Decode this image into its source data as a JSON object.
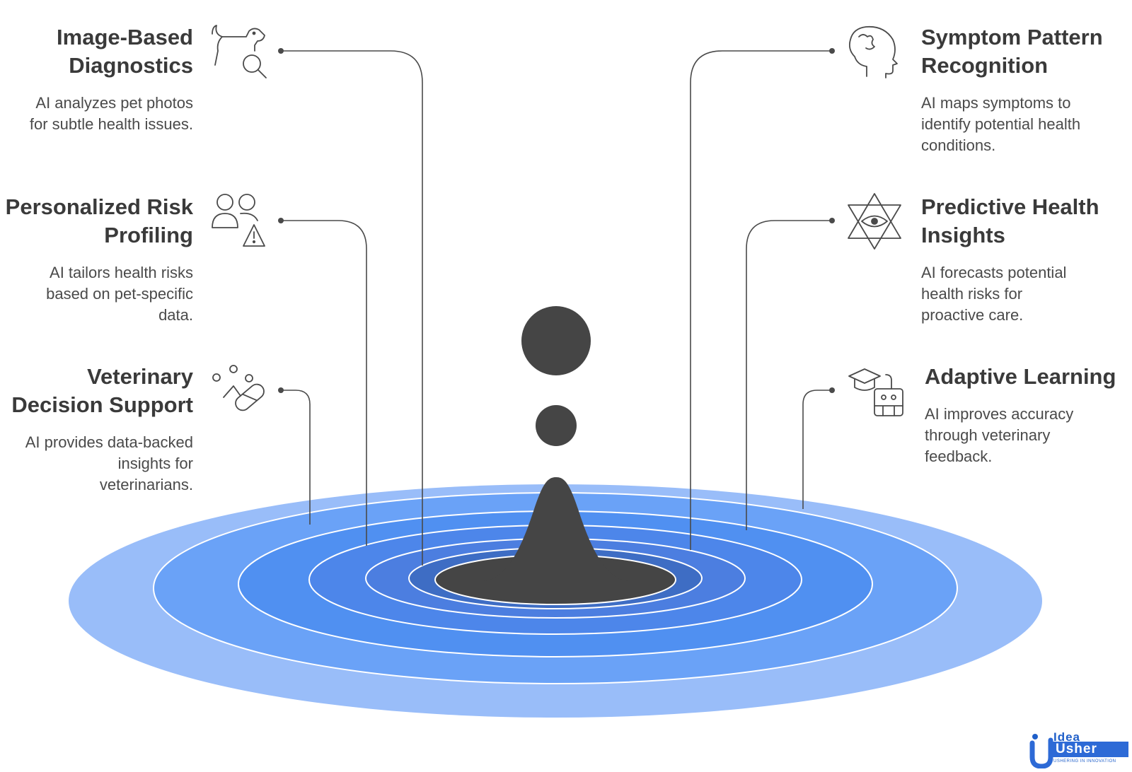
{
  "items": [
    {
      "id": "image-based-diagnostics",
      "title_lines": [
        "Image-Based",
        "Diagnostics"
      ],
      "desc_lines": [
        "AI analyzes pet photos",
        "for subtle health issues."
      ],
      "icon": "dog-magnifier-icon"
    },
    {
      "id": "personalized-risk-profiling",
      "title_lines": [
        "Personalized Risk",
        "Profiling"
      ],
      "desc_lines": [
        "AI tailors health risks",
        "based on pet-specific",
        "data."
      ],
      "icon": "people-warning-icon"
    },
    {
      "id": "veterinary-decision-support",
      "title_lines": [
        "Veterinary",
        "Decision Support"
      ],
      "desc_lines": [
        "AI provides data-backed",
        "insights for",
        "veterinarians."
      ],
      "icon": "pill-molecules-icon"
    },
    {
      "id": "symptom-pattern-recognition",
      "title_lines": [
        "Symptom Pattern",
        "Recognition"
      ],
      "desc_lines": [
        "AI maps symptoms to",
        "identify potential health",
        "conditions."
      ],
      "icon": "head-puzzle-icon"
    },
    {
      "id": "predictive-health-insights",
      "title_lines": [
        "Predictive Health",
        "Insights"
      ],
      "desc_lines": [
        "AI forecasts potential",
        "health risks for",
        "proactive care."
      ],
      "icon": "star-eye-icon"
    },
    {
      "id": "adaptive-learning",
      "title_lines": [
        "Adaptive Learning"
      ],
      "desc_lines": [
        "AI improves accuracy",
        "through veterinary",
        "feedback."
      ],
      "icon": "graduation-robot-icon"
    }
  ],
  "logo": {
    "word_top": "Idea",
    "word_main": "Usher",
    "tagline": "USHERING IN INNOVATION"
  },
  "colors": {
    "ring_outer": "#99bdf9",
    "ring_1": "#6aa2f7",
    "ring_2": "#5090f1",
    "ring_3": "#4d86ea",
    "ring_4": "#4c7ee0",
    "ring_5": "#3e6dc4",
    "core": "#454545",
    "text": "#3a3a3a",
    "line": "#4a4a4a"
  }
}
